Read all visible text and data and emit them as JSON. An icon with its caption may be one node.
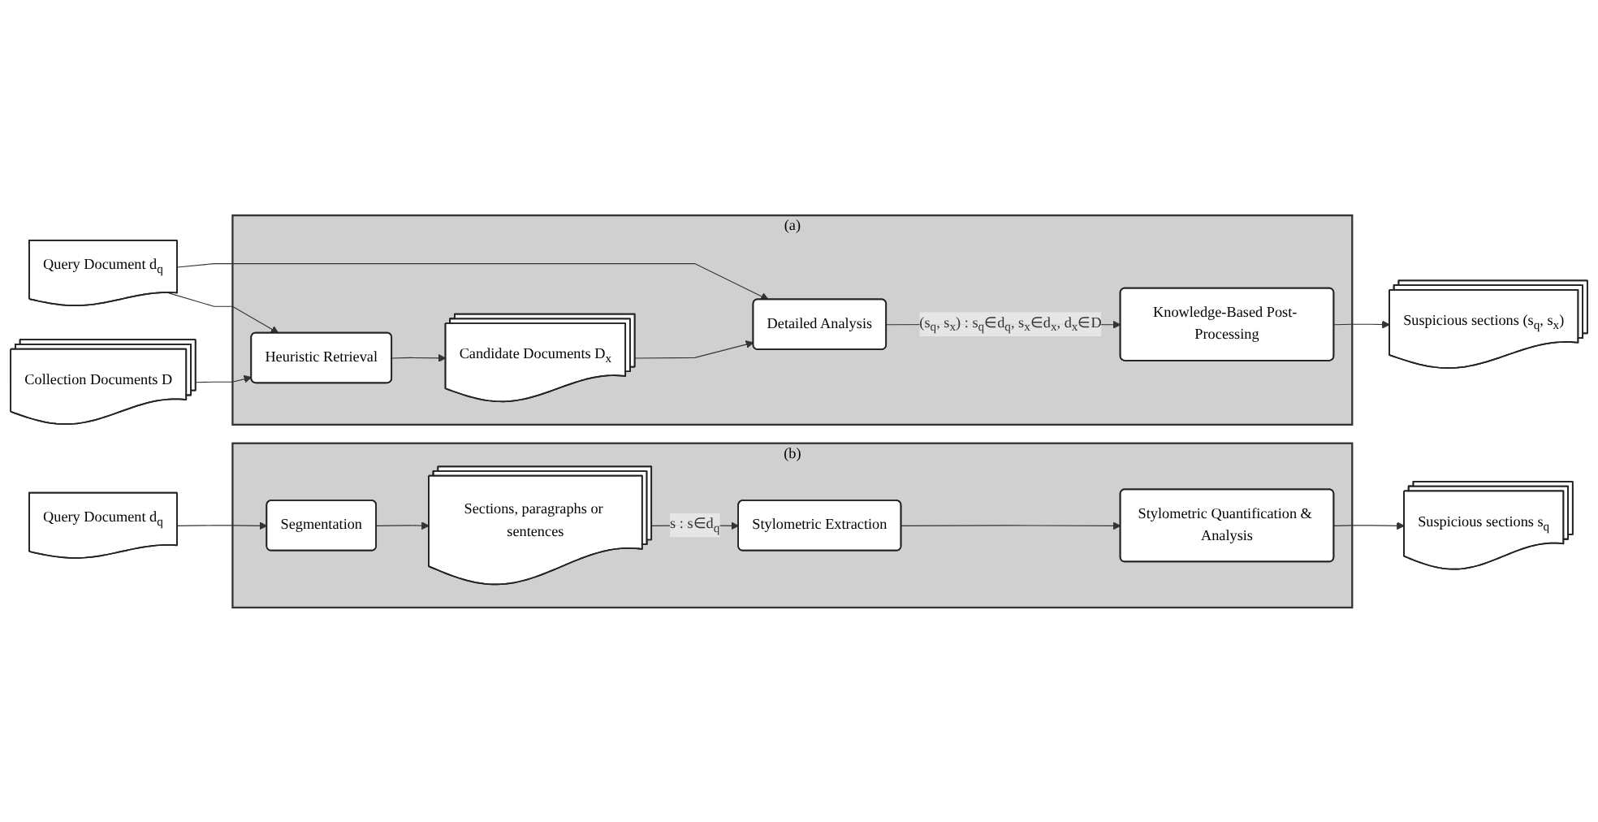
{
  "diagram": {
    "nodes": [
      {
        "text": [
          "(a)"
        ]
      },
      {
        "text": [
          "Query Document d$_{q}$"
        ]
      },
      {
        "text": [
          "Collection Documents D"
        ]
      },
      {
        "text": [
          "Heuristic Retrieval"
        ],
        "in": 0
      },
      {
        "text": [
          "Candidate Documents D$_{x}$"
        ],
        "in": 0
      },
      {
        "text": [
          "Detailed Analysis"
        ],
        "in": 0
      },
      {
        "text": [
          "Knowledge-Based Post- Processing"
        ],
        "in": 0
      },
      {
        "text": [
          "Suspicious sections (s$_{q}$, s$_{x}$)"
        ]
      },
      {
        "text": [
          "(b)"
        ]
      },
      {
        "text": [
          "Query Document d$_{q}$"
        ]
      },
      {
        "text": [
          "Segmentation"
        ],
        "in": 8
      },
      {
        "text": [
          "Sections, paragraphs or sentences"
        ],
        "in": 8
      },
      {
        "text": [
          "Stylometric Extraction"
        ],
        "in": 8
      },
      {
        "text": [
          "Stylometric Quantification & Analysis"
        ],
        "in": 8
      },
      {
        "text": [
          "Suspicious sections s$_{q}$"
        ]
      }
    ],
    "edges": [
      {
        "from": 1,
        "to": 5,
        "arrow": "to"
      },
      {
        "from": 1,
        "to": 3,
        "arrow": "to"
      },
      {
        "from": 2,
        "to": 3,
        "arrow": "to"
      },
      {
        "from": 3,
        "to": 4,
        "arrow": "to"
      },
      {
        "from": 4,
        "to": 5,
        "arrow": "to"
      },
      {
        "from": 5,
        "to": 6,
        "arrow": "to",
        "label": "(s$_{q}$, s$_{x}$) : s$_{q}$∈d$_{q}$, s$_{x}$∈d$_{x}$, d$_{x}$∈D"
      },
      {
        "from": 6,
        "to": 7,
        "arrow": "to"
      },
      {
        "from": 9,
        "to": 10,
        "arrow": "to"
      },
      {
        "from": 10,
        "to": 11,
        "arrow": "to"
      },
      {
        "from": 11,
        "to": 12,
        "arrow": "to",
        "label": "s : s∈d$_{q}$"
      },
      {
        "from": 12,
        "to": 13,
        "arrow": "to"
      },
      {
        "from": 13,
        "to": 14,
        "arrow": "to"
      }
    ]
  }
}
